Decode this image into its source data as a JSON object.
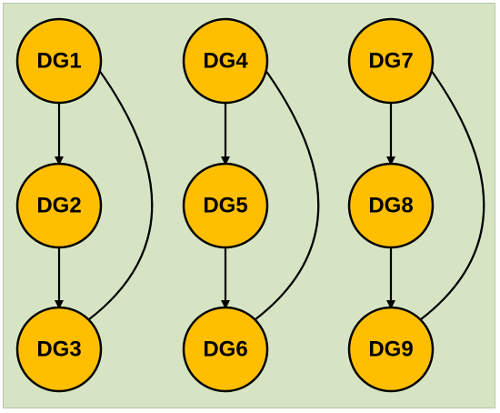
{
  "diagram": {
    "background_color": "#d6e4c4",
    "node_fill": "#ffbf00",
    "groups": [
      {
        "nodes": [
          "DG1",
          "DG2",
          "DG3"
        ],
        "edges": [
          {
            "from": "DG1",
            "to": "DG2"
          },
          {
            "from": "DG2",
            "to": "DG3"
          },
          {
            "from": "DG3",
            "to": "DG1"
          }
        ]
      },
      {
        "nodes": [
          "DG4",
          "DG5",
          "DG6"
        ],
        "edges": [
          {
            "from": "DG4",
            "to": "DG5"
          },
          {
            "from": "DG5",
            "to": "DG6"
          },
          {
            "from": "DG6",
            "to": "DG4"
          }
        ]
      },
      {
        "nodes": [
          "DG7",
          "DG8",
          "DG9"
        ],
        "edges": [
          {
            "from": "DG7",
            "to": "DG8"
          },
          {
            "from": "DG8",
            "to": "DG9"
          },
          {
            "from": "DG9",
            "to": "DG7"
          }
        ]
      }
    ]
  }
}
